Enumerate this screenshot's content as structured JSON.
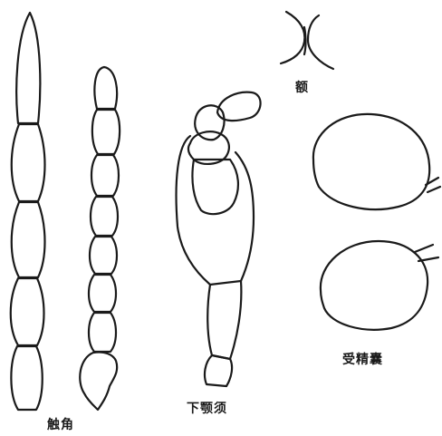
{
  "labels": {
    "antenna": "触角",
    "maxillary_palp": "下颚须",
    "frons": "额",
    "spermatheca": "受精囊"
  },
  "colors": {
    "ink": "#1a1a1a",
    "background": "#ffffff"
  }
}
